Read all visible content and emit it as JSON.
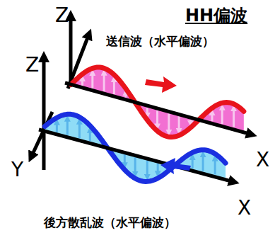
{
  "diagram": {
    "title": "HH偏波",
    "labels": [
      "送信波（水平偏波）",
      "後方散乱波（水平偏波）",
      "Z",
      "Z",
      "Y",
      "X",
      "X"
    ]
  }
}
